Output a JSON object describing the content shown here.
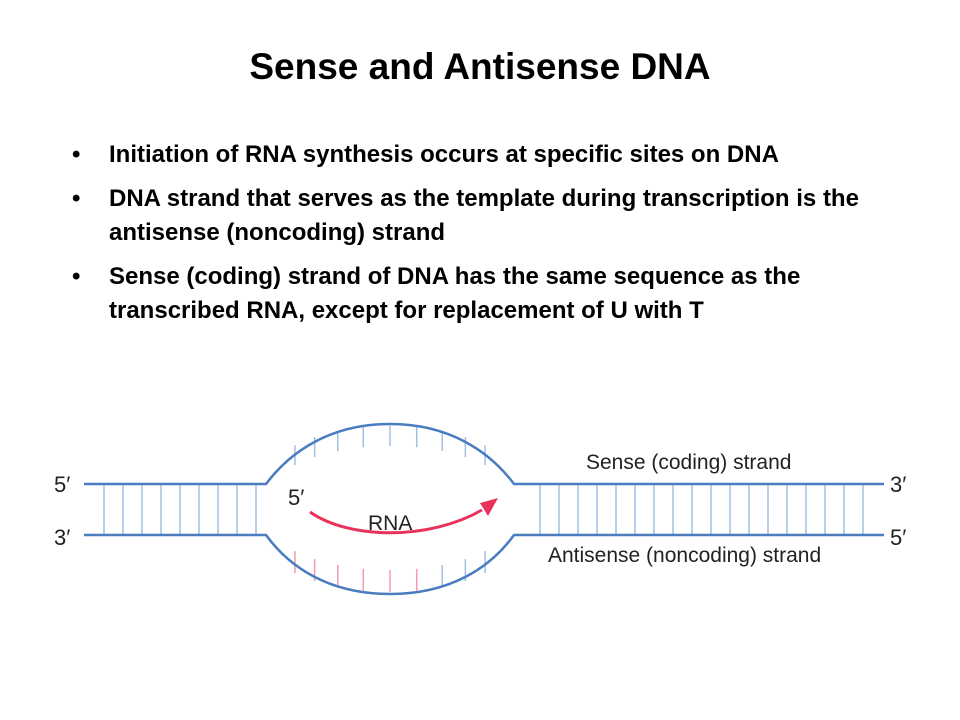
{
  "slide": {
    "title": "Sense and Antisense DNA",
    "bullet_symbol": "•",
    "bullets": [
      "Initiation of RNA synthesis occurs at specific sites on DNA",
      "DNA strand that serves as the template during transcription is the antisense (noncoding) strand",
      "Sense (coding) strand of DNA has the same sequence as the transcribed RNA, except for replacement of U with T"
    ]
  },
  "diagram": {
    "labels": {
      "top_left_end": "5′",
      "bottom_left_end": "3′",
      "top_right_end": "3′",
      "bottom_right_end": "5′",
      "rna_five_prime": "5′",
      "rna": "RNA",
      "sense_strand": "Sense (coding) strand",
      "antisense_strand": "Antisense (noncoding) strand"
    },
    "colors": {
      "dna_strand": "#4a7cc0",
      "base_pair": "#9fc0e4",
      "rna_strand": "#e8325a",
      "rna_base_pair": "#f29ab0",
      "label_text": "#222222"
    }
  }
}
